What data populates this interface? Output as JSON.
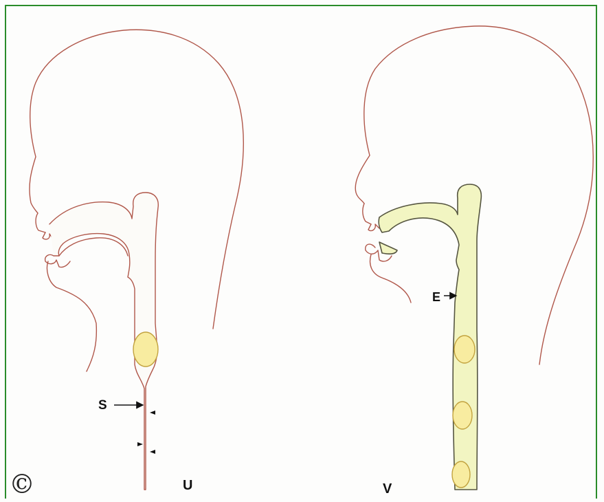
{
  "colors": {
    "frame": "#2a8c2a",
    "outline": "#b0574a",
    "contrast_fill": "#f2f5c2",
    "bolus": "#f8eca0"
  },
  "symbol": "©",
  "figures": [
    {
      "label": "U",
      "annotation": "S"
    },
    {
      "label": "V",
      "annotation": "E"
    }
  ]
}
